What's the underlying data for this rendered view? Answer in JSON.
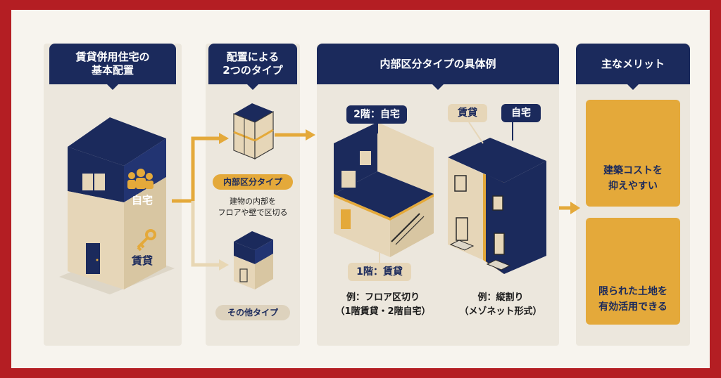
{
  "colors": {
    "frame": "#b41e23",
    "navy": "#1b2a5c",
    "beige": "#e6d6b8",
    "gold": "#e4a93a",
    "panel": "#ece7dd"
  },
  "panel1": {
    "title_line1": "賃貸併用住宅の",
    "title_line2": "基本配置",
    "label_home": "自宅",
    "label_rental": "賃貸",
    "family_icon": "family-icon",
    "key_icon": "key-icon"
  },
  "panel2": {
    "title_line1": "配置による",
    "title_line2": "2つのタイプ",
    "type_internal": "内部区分タイプ",
    "desc_line1": "建物の内部を",
    "desc_line2": "フロアや壁で区切る",
    "type_other": "その他タイプ"
  },
  "panel3": {
    "title": "内部区分タイプの具体例",
    "callout_2f": "2階：自宅",
    "callout_1f": "1階：賃貸",
    "callout_rental": "賃貸",
    "callout_home": "自宅",
    "example1_line1": "例：フロア区切り",
    "example1_line2": "（1階賃貸・2階自宅）",
    "example2_line1": "例：縦割り",
    "example2_line2": "（メゾネット形式）"
  },
  "panel4": {
    "title": "主なメリット",
    "merit1_line1": "建築コストを",
    "merit1_line2": "抑えやすい",
    "merit1_icon": "cost-gear-icon",
    "merit2_line1": "限られた土地を",
    "merit2_line2": "有効活用できる",
    "merit2_icon": "land-puzzle-icon"
  }
}
